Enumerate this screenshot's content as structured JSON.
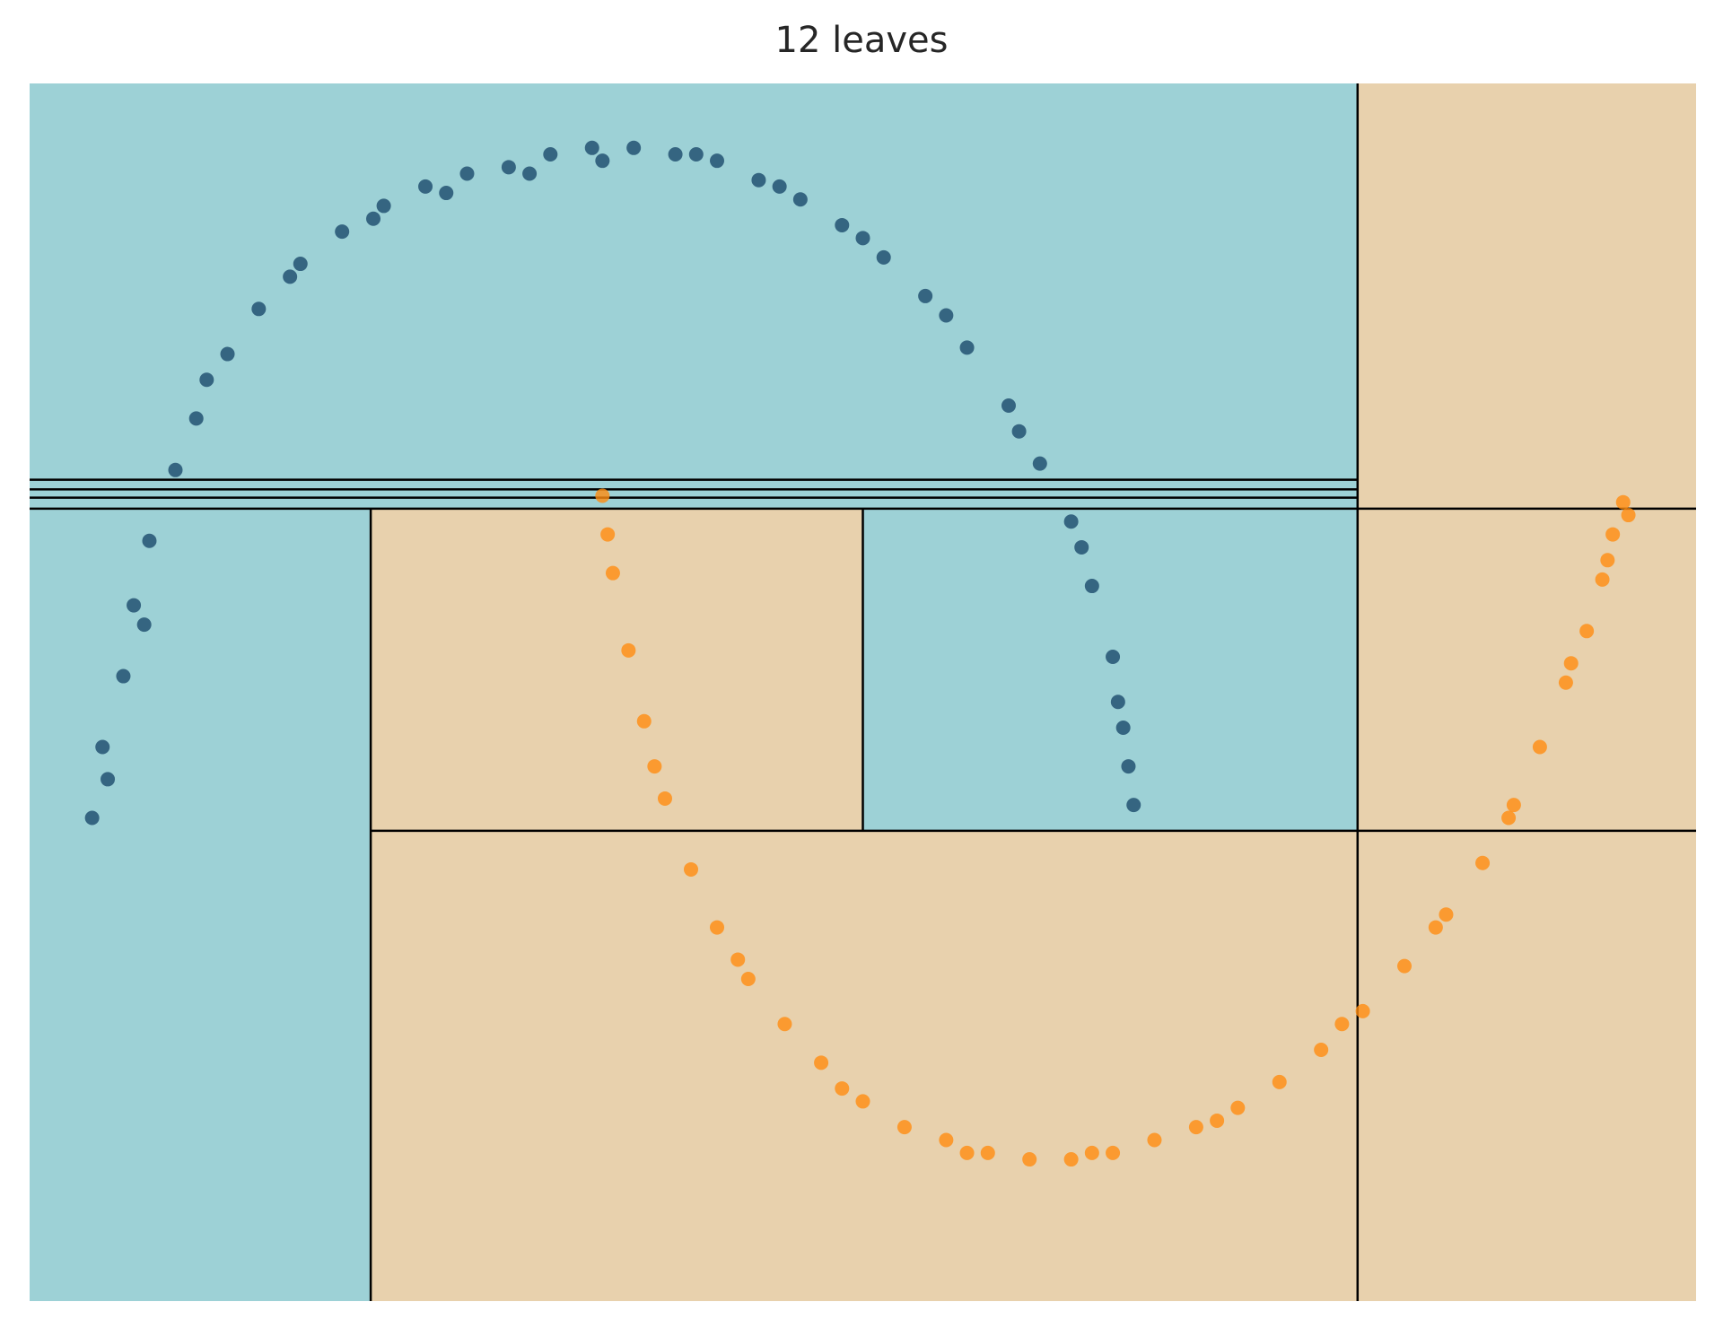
{
  "chart_data": {
    "type": "scatter",
    "title": "12 leaves",
    "xlabel": "",
    "ylabel": "",
    "xlim": [
      -1.1,
      2.1
    ],
    "ylim": [
      -0.73,
      1.16
    ],
    "axes_visible": false,
    "grid": false,
    "legend": "none",
    "colors": {
      "class0_region": "#9dd1d6",
      "class1_region": "#e8d1ad",
      "class0_points": "#1b4a6b",
      "class1_points": "#ff8c10",
      "split_lines": "#000000"
    },
    "leaf_regions": [
      {
        "label": 0,
        "x": [
          -1.1,
          1.45
        ],
        "y": [
          0.5,
          1.16
        ]
      },
      {
        "label": 1,
        "x": [
          1.45,
          2.1
        ],
        "y": [
          0.5,
          1.16
        ]
      },
      {
        "label": 0,
        "x": [
          -1.1,
          -0.445
        ],
        "y": [
          -0.73,
          0.5
        ]
      },
      {
        "label": 1,
        "x": [
          -0.445,
          0.5
        ],
        "y": [
          0.0,
          0.5
        ]
      },
      {
        "label": 0,
        "x": [
          0.5,
          1.45
        ],
        "y": [
          0.0,
          0.5
        ]
      },
      {
        "label": 1,
        "x": [
          1.45,
          2.1
        ],
        "y": [
          0.0,
          0.5
        ]
      },
      {
        "label": 1,
        "x": [
          -0.445,
          2.1
        ],
        "y": [
          -0.73,
          0.0
        ]
      }
    ],
    "split_lines": [
      {
        "orientation": "vertical",
        "x": 1.45,
        "y": [
          -0.73,
          1.16
        ]
      },
      {
        "orientation": "horizontal",
        "y": 0.5,
        "x": [
          -1.1,
          2.1
        ]
      },
      {
        "orientation": "horizontal",
        "y": 0.517,
        "x": [
          -1.1,
          1.45
        ]
      },
      {
        "orientation": "horizontal",
        "y": 0.53,
        "x": [
          -1.1,
          1.45
        ]
      },
      {
        "orientation": "horizontal",
        "y": 0.545,
        "x": [
          -1.1,
          1.45
        ]
      },
      {
        "orientation": "vertical",
        "x": -0.445,
        "y": [
          -0.73,
          0.5
        ]
      },
      {
        "orientation": "horizontal",
        "y": 0.0,
        "x": [
          -0.445,
          2.1
        ]
      },
      {
        "orientation": "vertical",
        "x": 0.5,
        "y": [
          0.0,
          0.5
        ]
      }
    ],
    "series": [
      {
        "class": 0,
        "x": [
          -0.98,
          -0.96,
          -0.92,
          -0.9,
          -0.87,
          -0.82,
          -0.78,
          -0.72,
          -0.66,
          -0.58,
          -0.5,
          -0.42,
          -0.34,
          -0.26,
          -0.18,
          -0.1,
          -0.02,
          0.06,
          0.14,
          0.22,
          0.3,
          0.38,
          0.46,
          0.54,
          0.62,
          0.7,
          0.78,
          0.84,
          0.9,
          0.94,
          0.98,
          1.0,
          1.02,
          -0.95,
          -0.88,
          -0.76,
          -0.6,
          -0.44,
          -0.3,
          -0.14,
          0.0,
          0.18,
          0.34,
          0.5,
          0.66,
          0.8,
          0.92,
          0.99,
          1.01
        ],
        "y": [
          0.02,
          0.13,
          0.24,
          0.35,
          0.45,
          0.56,
          0.64,
          0.74,
          0.81,
          0.88,
          0.93,
          0.97,
          1.0,
          1.02,
          1.03,
          1.05,
          1.06,
          1.06,
          1.05,
          1.04,
          1.01,
          0.98,
          0.94,
          0.89,
          0.83,
          0.75,
          0.66,
          0.57,
          0.48,
          0.38,
          0.27,
          0.16,
          0.04,
          0.08,
          0.32,
          0.7,
          0.86,
          0.95,
          0.99,
          1.02,
          1.04,
          1.05,
          1.0,
          0.92,
          0.8,
          0.62,
          0.44,
          0.2,
          0.1
        ]
      },
      {
        "class": 1,
        "x": [
          0.0,
          0.02,
          0.05,
          0.08,
          0.12,
          0.17,
          0.22,
          0.28,
          0.35,
          0.42,
          0.5,
          0.58,
          0.66,
          0.74,
          0.82,
          0.9,
          0.98,
          1.06,
          1.14,
          1.22,
          1.3,
          1.38,
          1.46,
          1.54,
          1.62,
          1.69,
          1.75,
          1.8,
          1.85,
          1.89,
          1.92,
          1.94,
          1.96,
          0.01,
          0.1,
          0.26,
          0.46,
          0.7,
          0.94,
          1.18,
          1.42,
          1.6,
          1.74,
          1.86,
          1.93,
          1.97
        ],
        "y": [
          0.52,
          0.4,
          0.28,
          0.17,
          0.05,
          -0.06,
          -0.15,
          -0.23,
          -0.3,
          -0.36,
          -0.42,
          -0.46,
          -0.48,
          -0.5,
          -0.51,
          -0.51,
          -0.5,
          -0.48,
          -0.46,
          -0.43,
          -0.39,
          -0.34,
          -0.28,
          -0.21,
          -0.13,
          -0.05,
          0.04,
          0.13,
          0.23,
          0.31,
          0.39,
          0.46,
          0.51,
          0.46,
          0.1,
          -0.2,
          -0.4,
          -0.5,
          -0.5,
          -0.45,
          -0.3,
          -0.15,
          0.02,
          0.26,
          0.42,
          0.49
        ]
      }
    ]
  }
}
